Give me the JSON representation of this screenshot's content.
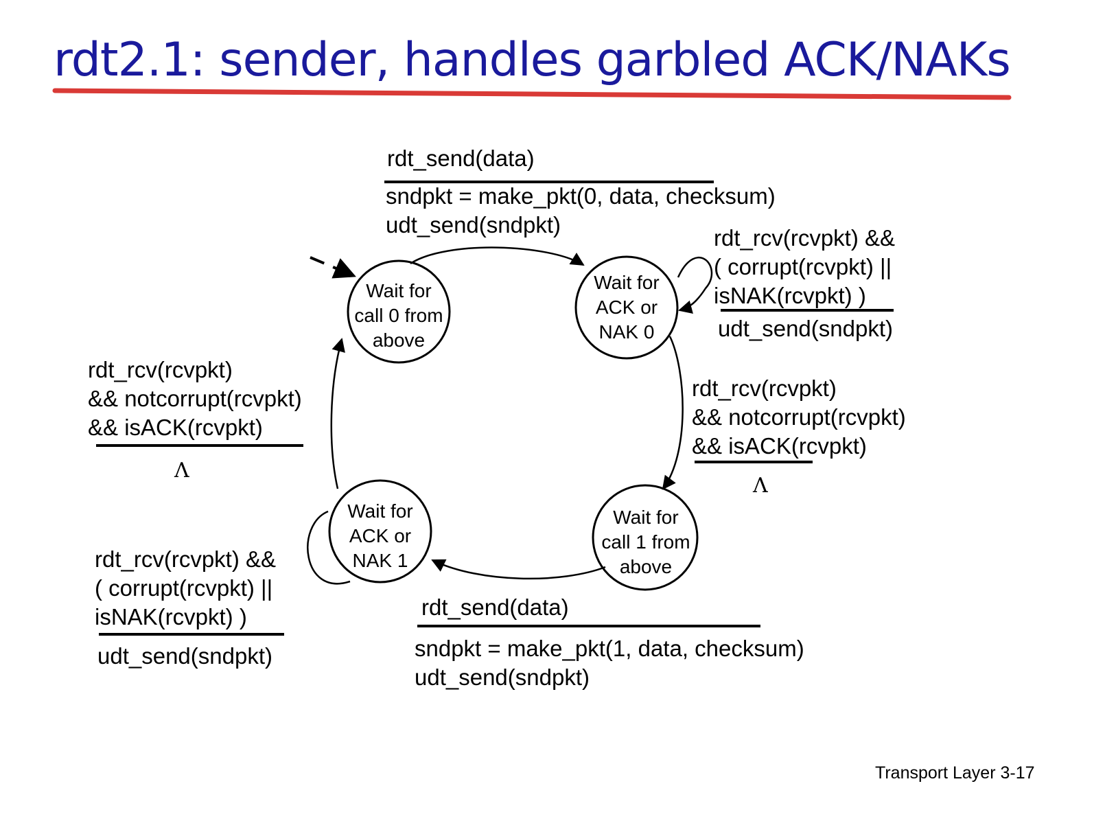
{
  "title": "rdt2.1: sender, handles garbled ACK/NAKs",
  "colors": {
    "title": "#1a1a9c",
    "underline": "#d93a36",
    "ink": "#000000"
  },
  "states": {
    "wait_call0": [
      "Wait for",
      "call 0 from",
      "above"
    ],
    "wait_ack0": [
      "Wait for",
      "ACK or",
      "NAK 0"
    ],
    "wait_call1": [
      "Wait for",
      "call 1 from",
      "above"
    ],
    "wait_ack1": [
      "Wait for",
      "ACK or",
      "NAK 1"
    ]
  },
  "transitions": {
    "t1": {
      "event": [
        "rdt_send(data)"
      ],
      "action": [
        "sndpkt = make_pkt(0, data, checksum)",
        "udt_send(sndpkt)"
      ]
    },
    "t2": {
      "event": [
        "rdt_rcv(rcvpkt) &&",
        "( corrupt(rcvpkt) ||",
        "isNAK(rcvpkt) )"
      ],
      "action": [
        "udt_send(sndpkt)"
      ]
    },
    "t3": {
      "event": [
        "rdt_rcv(rcvpkt)",
        "&& notcorrupt(rcvpkt)",
        "&& isACK(rcvpkt)"
      ],
      "action": [
        "Λ"
      ]
    },
    "t4": {
      "event": [
        "rdt_send(data)"
      ],
      "action": [
        "sndpkt = make_pkt(1, data, checksum)",
        "udt_send(sndpkt)"
      ]
    },
    "t5": {
      "event": [
        "rdt_rcv(rcvpkt) &&",
        "( corrupt(rcvpkt) ||",
        "isNAK(rcvpkt) )"
      ],
      "action": [
        "udt_send(sndpkt)"
      ]
    },
    "t6": {
      "event": [
        "rdt_rcv(rcvpkt)",
        "&& notcorrupt(rcvpkt)",
        "&& isACK(rcvpkt)"
      ],
      "action": [
        "Λ"
      ]
    }
  },
  "footer": "Transport Layer 3-17"
}
